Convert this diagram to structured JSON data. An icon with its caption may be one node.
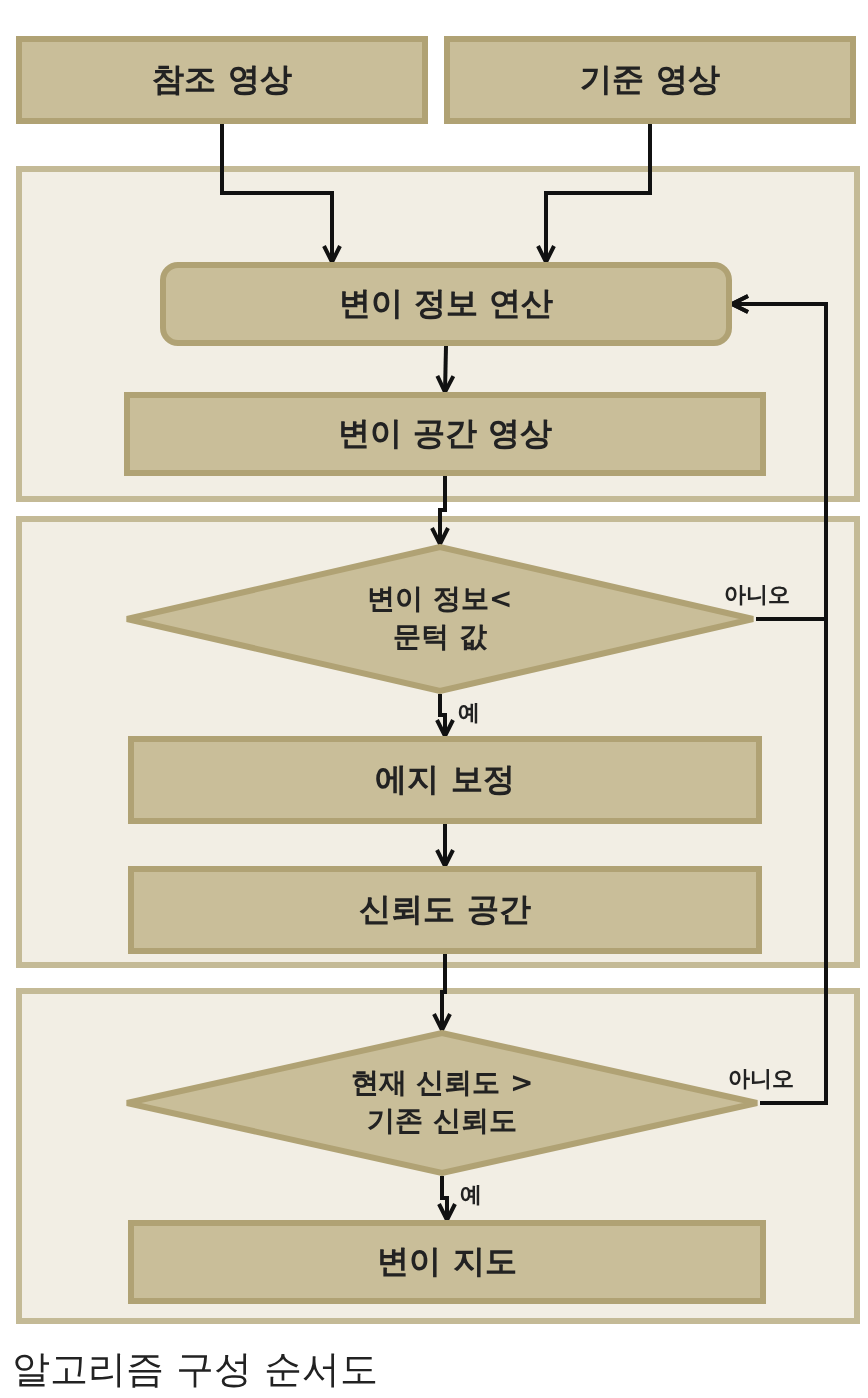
{
  "diagram": {
    "caption": "알고리즘 구성 순서도",
    "nodes": [
      {
        "text": [
          "참조 영상"
        ]
      },
      {
        "text": [
          "기준 영상"
        ]
      },
      {
        "text": [],
        "shape": "box"
      },
      {
        "text": [
          "변이 정보 연산"
        ],
        "in": 2
      },
      {
        "text": [
          "변이 공간 영상"
        ],
        "in": 2
      },
      {
        "text": [],
        "shape": "box"
      },
      {
        "text": [
          "변이 정보< 문턱 값"
        ],
        "in": 5
      },
      {
        "text": [
          "에지 보정"
        ],
        "in": 5
      },
      {
        "text": [
          "신뢰도 공간"
        ],
        "in": 5
      },
      {
        "text": [],
        "shape": "box"
      },
      {
        "text": [
          "현재 신뢰도 > 기존 신뢰도"
        ],
        "in": 9
      },
      {
        "text": [
          "변이 지도"
        ],
        "in": 9
      }
    ],
    "edges": [
      {
        "from": 0,
        "to": 3,
        "arrow": "to"
      },
      {
        "from": 1,
        "to": 3,
        "arrow": "to"
      },
      {
        "from": 3,
        "to": 4,
        "arrow": "to"
      },
      {
        "from": 4,
        "to": 6,
        "arrow": "to"
      },
      {
        "from": 6,
        "to": 7,
        "arrow": "to",
        "label": "예"
      },
      {
        "from": 7,
        "to": 8,
        "arrow": "to"
      },
      {
        "from": 8,
        "to": 10,
        "arrow": "to"
      },
      {
        "from": 10,
        "to": 11,
        "arrow": "to",
        "label": "예"
      },
      {
        "from": 6,
        "to": 3,
        "arrow": "to",
        "label": "아니오"
      },
      {
        "from": 10,
        "to": 3,
        "arrow": "to",
        "label": "아니오"
      }
    ]
  }
}
